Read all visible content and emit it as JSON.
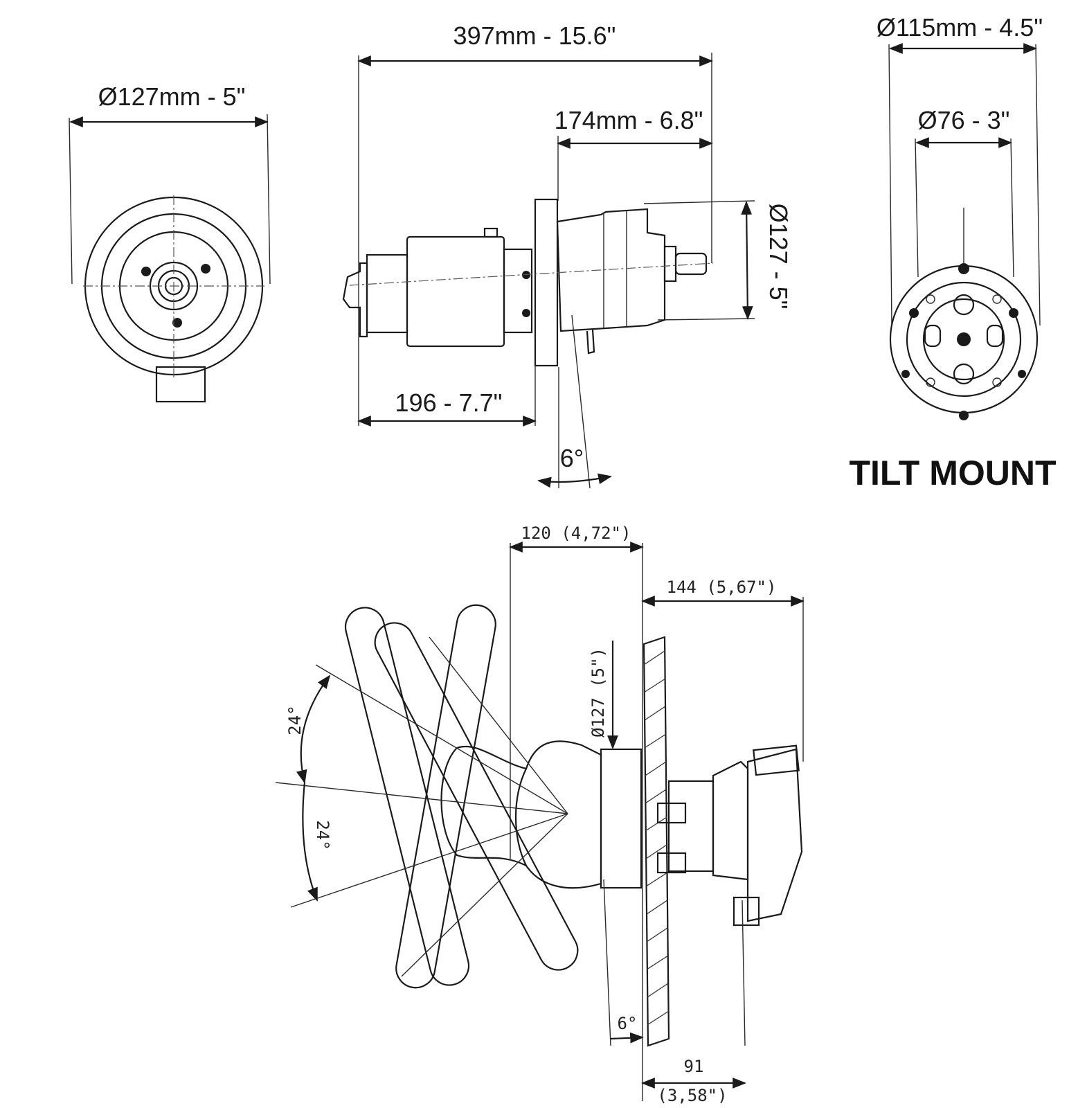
{
  "labels": {
    "front_diameter": "Ø127mm - 5\"",
    "total_length": "397mm - 15.6\"",
    "rear_length": "174mm - 6.8\"",
    "side_diameter": "Ø127 - 5\"",
    "front_length": "196 - 7.7\"",
    "tilt_angle_side": "6°",
    "mount_outer_diameter": "Ø115mm - 4.5\"",
    "mount_inner_diameter": "Ø76 - 3\"",
    "tilt_mount_title": "TILT MOUNT",
    "dim_120": "120 (4,72\")",
    "dim_144": "144 (5,67\")",
    "dim_dia_127": "Ø127 (5\")",
    "angle_up": "24°",
    "angle_down": "24°",
    "tilt_angle_bottom": "6°",
    "dim_91": "91",
    "dim_91_inch": "(3,58\")"
  }
}
